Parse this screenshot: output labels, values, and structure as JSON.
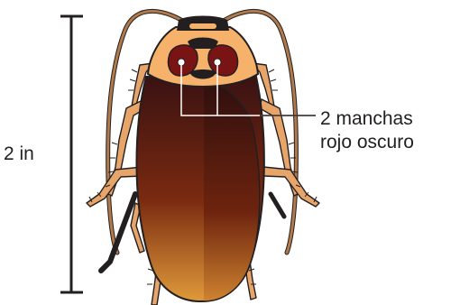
{
  "size_label": "2 in",
  "callout": {
    "line1": "2 manchas",
    "line2": "rojo oscuro"
  },
  "colors": {
    "ink": "#231f20",
    "leg": "#e8a56a",
    "shell_top": "#3a1212",
    "shell_mid": "#7a2a10",
    "shell_bottom": "#d98a2e",
    "head": "#f6b26b",
    "spot": "#7a1414"
  }
}
